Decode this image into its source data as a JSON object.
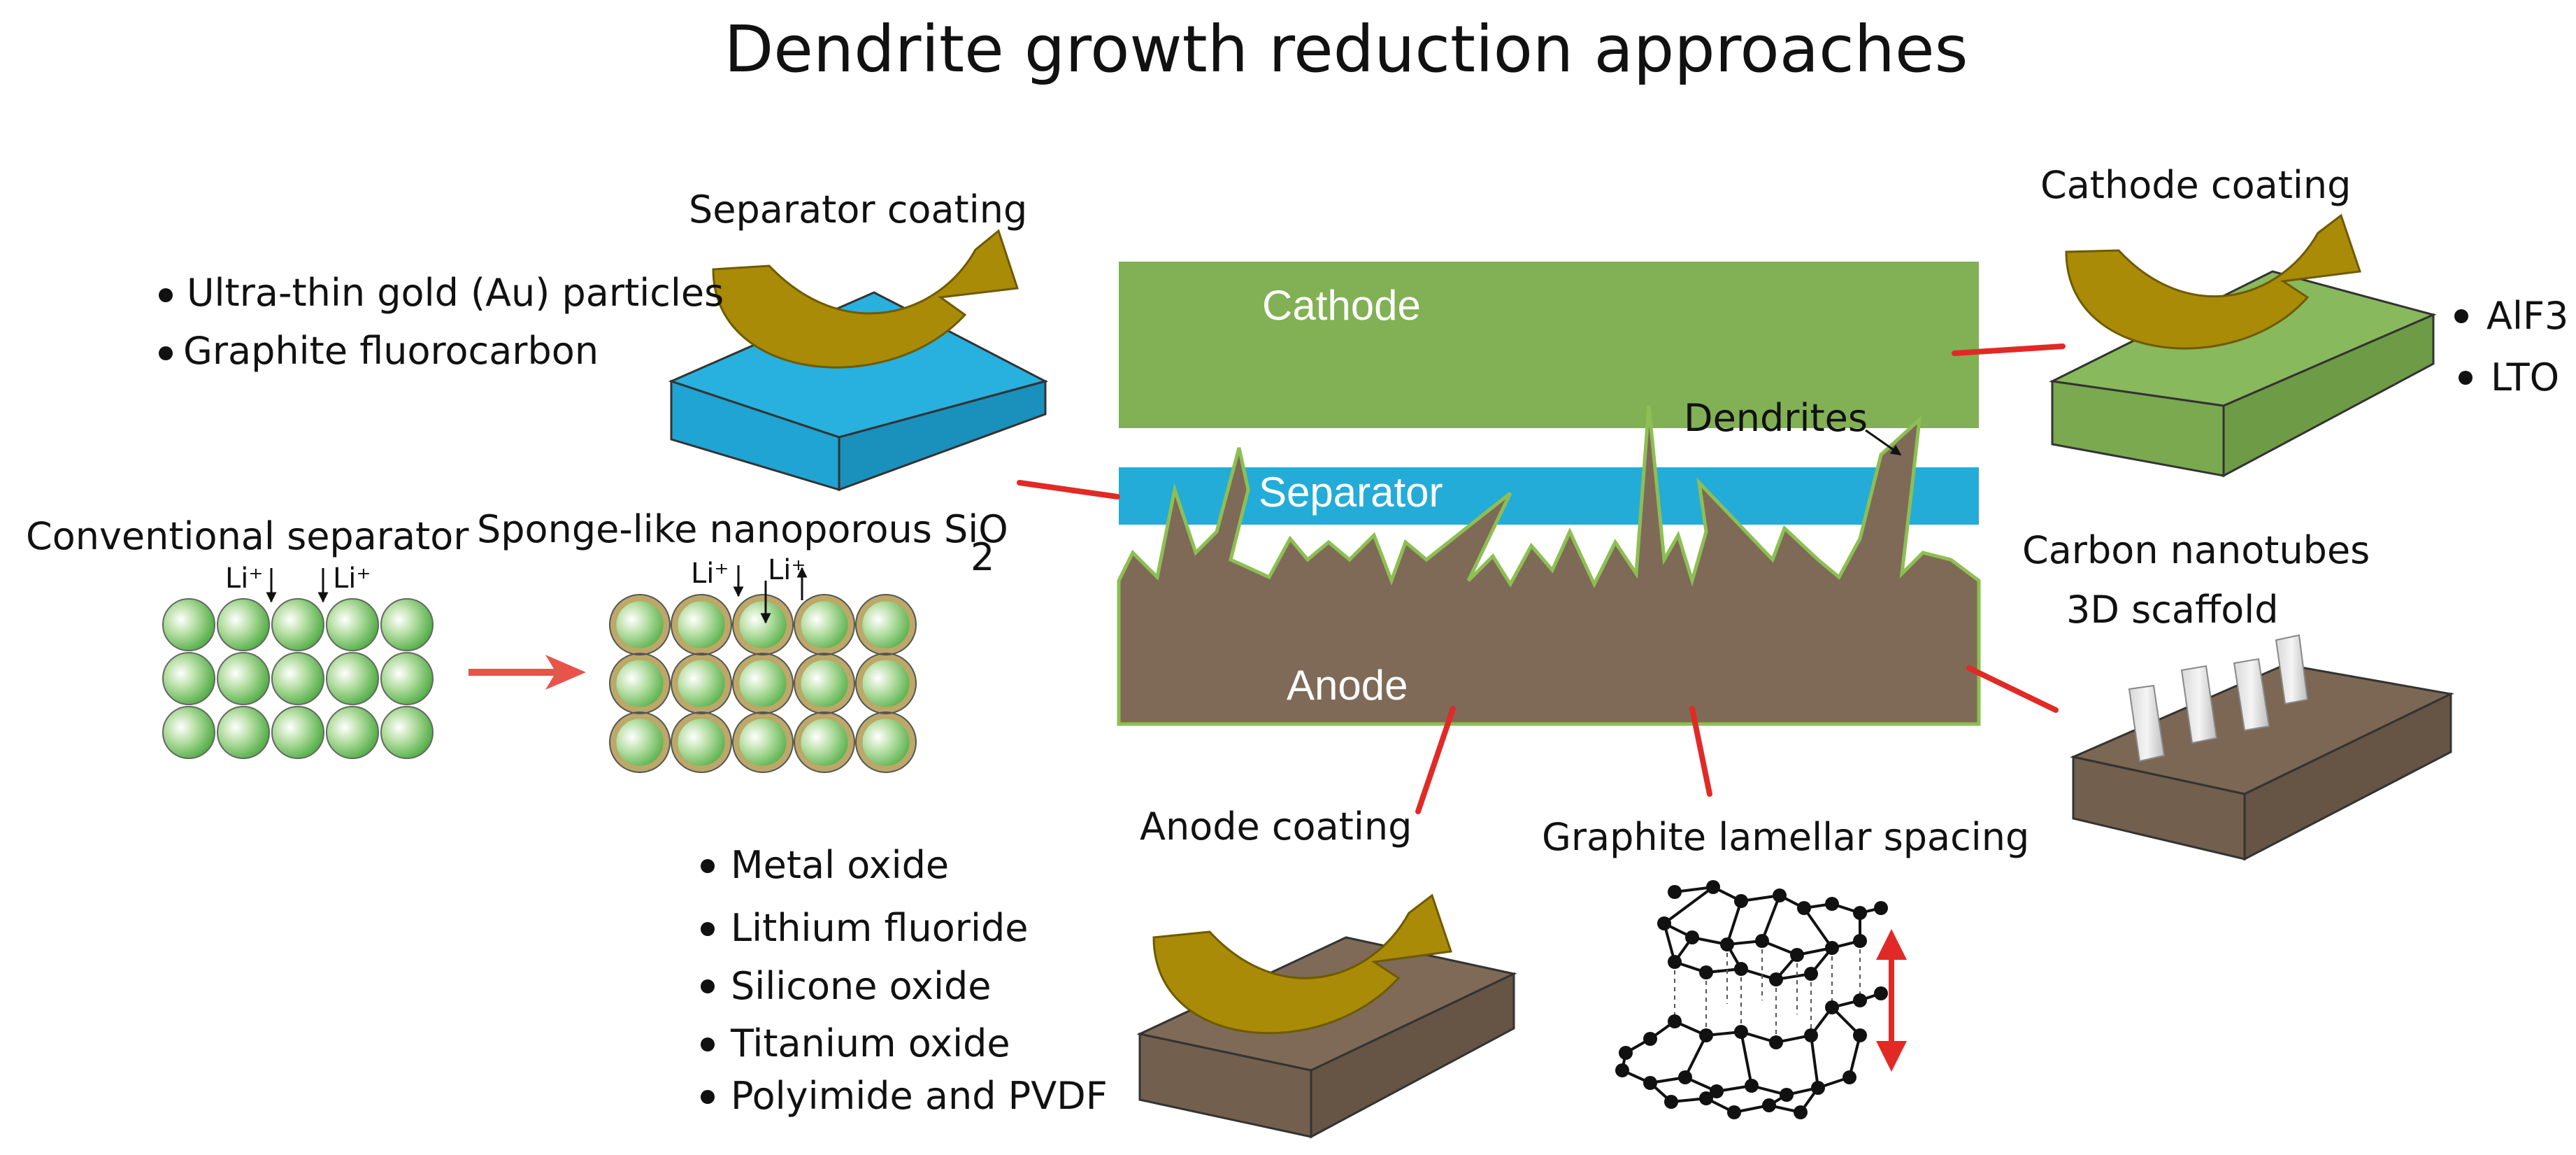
{
  "title": "Dendrite growth reduction approaches",
  "colors": {
    "cathode": "#82b055",
    "separator": "#24acd9",
    "anode": "#7e6a57",
    "coating_arrow": "#a98b07",
    "pointer": "#e12a26",
    "ball_green": "#46a83b",
    "ball_rim": "#bca868"
  },
  "cell": {
    "cathode_label": "Cathode",
    "separator_label": "Separator",
    "anode_label": "Anode",
    "dendrites_label": "Dendrites"
  },
  "separator_coating": {
    "title": "Separator coating",
    "items": [
      "Ultra-thin gold (Au) particles",
      "Graphite fluorocarbon"
    ]
  },
  "cathode_coating": {
    "title": "Cathode coating",
    "items": [
      "AlF3",
      "LTO"
    ]
  },
  "conventional_separator": {
    "title": "Conventional separator",
    "ion_labels": [
      "Li⁺",
      "Li⁺"
    ]
  },
  "sponge_separator": {
    "title_main": "Sponge-like nanoporous SiO",
    "title_sub": "2",
    "ion_labels": [
      "Li⁺",
      "Li⁺"
    ]
  },
  "carbon_nanotubes": {
    "line1": "Carbon nanotubes",
    "line2": "3D scaffold"
  },
  "anode_coating": {
    "title": "Anode coating",
    "items": [
      "Metal oxide",
      "Lithium fluoride",
      "Silicone oxide",
      "Titanium oxide",
      "Polyimide and PVDF"
    ]
  },
  "graphite_spacing": {
    "title": "Graphite lamellar spacing"
  }
}
